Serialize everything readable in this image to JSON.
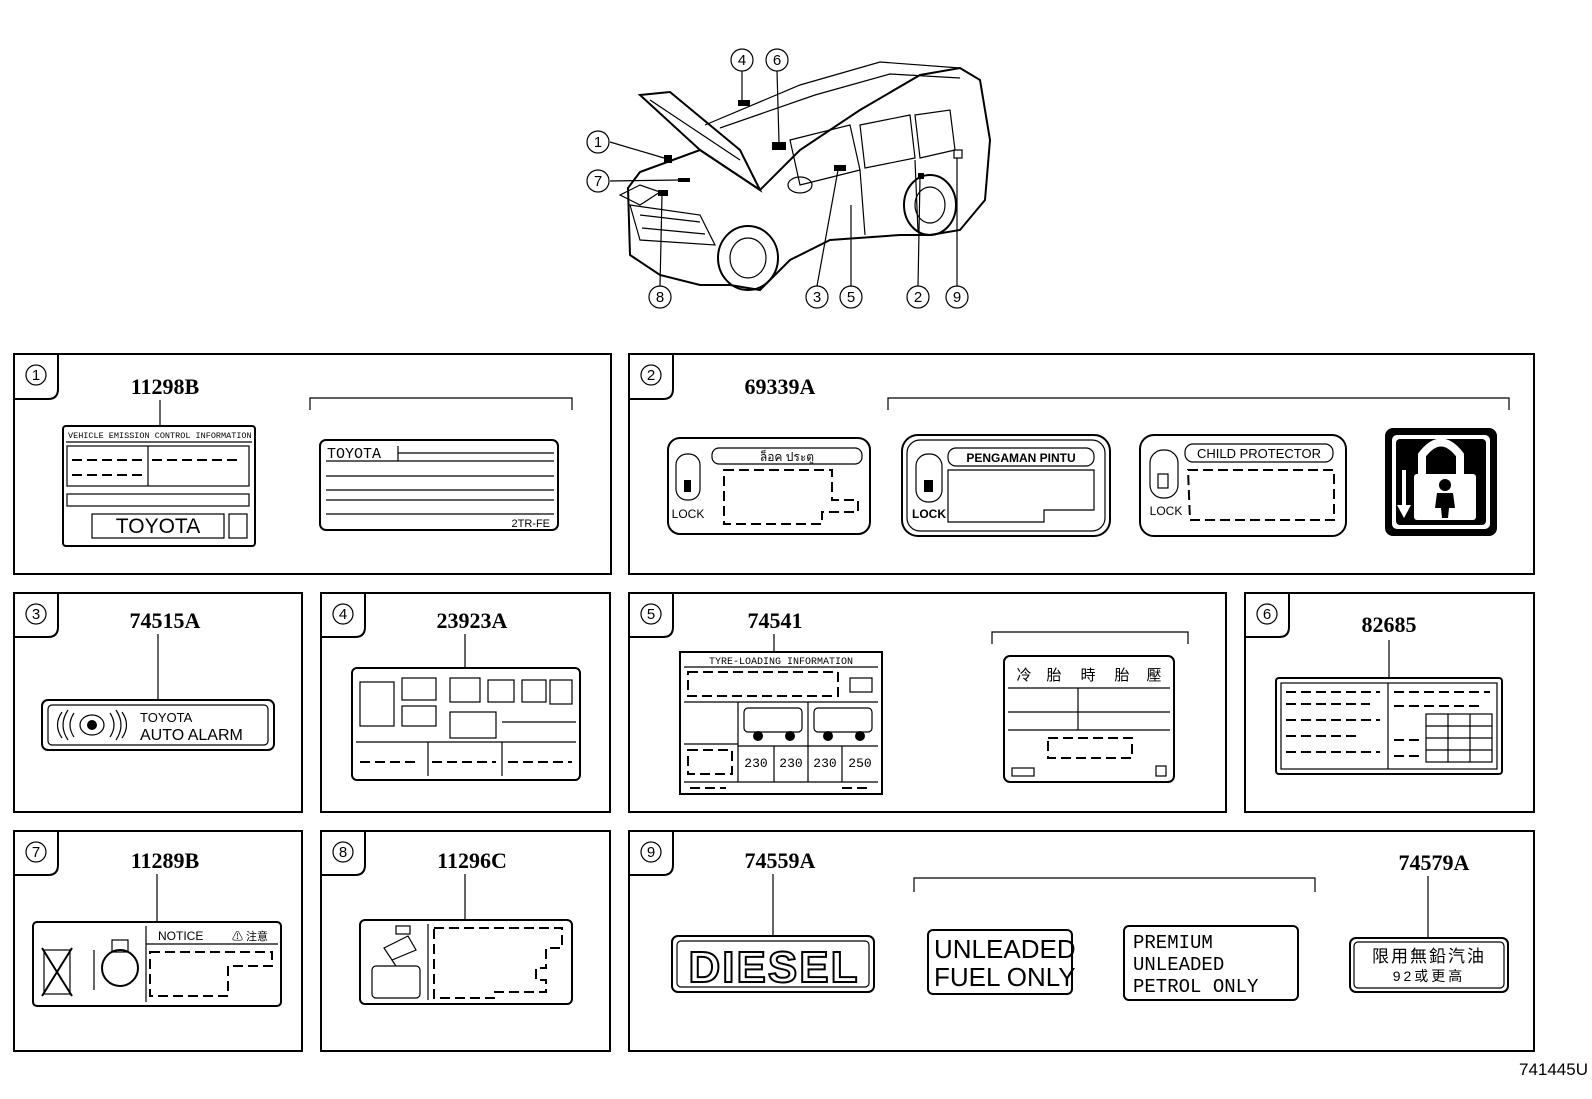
{
  "diagram_code": "741445U",
  "callouts_car": [
    "1",
    "2",
    "3",
    "4",
    "5",
    "6",
    "7",
    "8",
    "9"
  ],
  "panels": [
    {
      "num": "1",
      "part": "11298B",
      "label_a": {
        "header": "VEHICLE EMISSION CONTROL INFORMATION",
        "brand": "TOYOTA"
      },
      "label_b": {
        "brand": "TOYOTA",
        "engine": "2TR-FE"
      }
    },
    {
      "num": "2",
      "part": "69339A",
      "lock_a": {
        "title": "ล็อค ประตู",
        "lock": "LOCK"
      },
      "lock_b": {
        "title": "PENGAMAN PINTU",
        "lock": "LOCK"
      },
      "lock_c": {
        "title": "CHILD PROTECTOR",
        "lock": "LOCK"
      }
    },
    {
      "num": "3",
      "part": "74515A",
      "line1": "TOYOTA",
      "line2": "AUTO ALARM"
    },
    {
      "num": "4",
      "part": "23923A"
    },
    {
      "num": "5",
      "part": "74541",
      "header": "TYRE-LOADING INFORMATION",
      "pressures": [
        "230",
        "230",
        "230",
        "250"
      ],
      "cn_header": [
        "冷",
        "胎",
        "時",
        "胎",
        "壓"
      ]
    },
    {
      "num": "6",
      "part": "82685"
    },
    {
      "num": "7",
      "part": "11289B",
      "notice": "NOTICE",
      "caution": "⚠ 注意"
    },
    {
      "num": "8",
      "part": "11296C"
    },
    {
      "num": "9",
      "part": "74559A",
      "part2": "74579A",
      "diesel": "DIESEL",
      "unleaded": [
        "UNLEADED",
        "FUEL ONLY"
      ],
      "premium": [
        "PREMIUM",
        "UNLEADED",
        "PETROL ONLY"
      ],
      "cn": [
        "限用無鉛汽油",
        "92或更高"
      ]
    }
  ]
}
